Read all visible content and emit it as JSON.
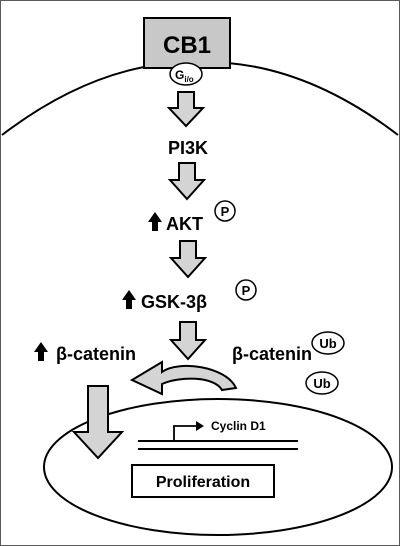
{
  "receptor": {
    "label": "CB1"
  },
  "g_protein": {
    "main": "G",
    "sub": "i/o"
  },
  "pathway": {
    "pi3k": "PI3K",
    "akt": "AKT",
    "gsk3b": "GSK-3β",
    "bcatenin_left": "β-catenin",
    "bcatenin_right": "β-catenin"
  },
  "badges": {
    "phospho": "P",
    "ubiquitin": "Ub"
  },
  "nucleus": {
    "gene": "Cyclin D1",
    "outcome": "Proliferation"
  },
  "colors": {
    "receptor_fill": "#c8c8c8",
    "arrow_fill": "#d4d4d4",
    "outline": "#000000"
  }
}
